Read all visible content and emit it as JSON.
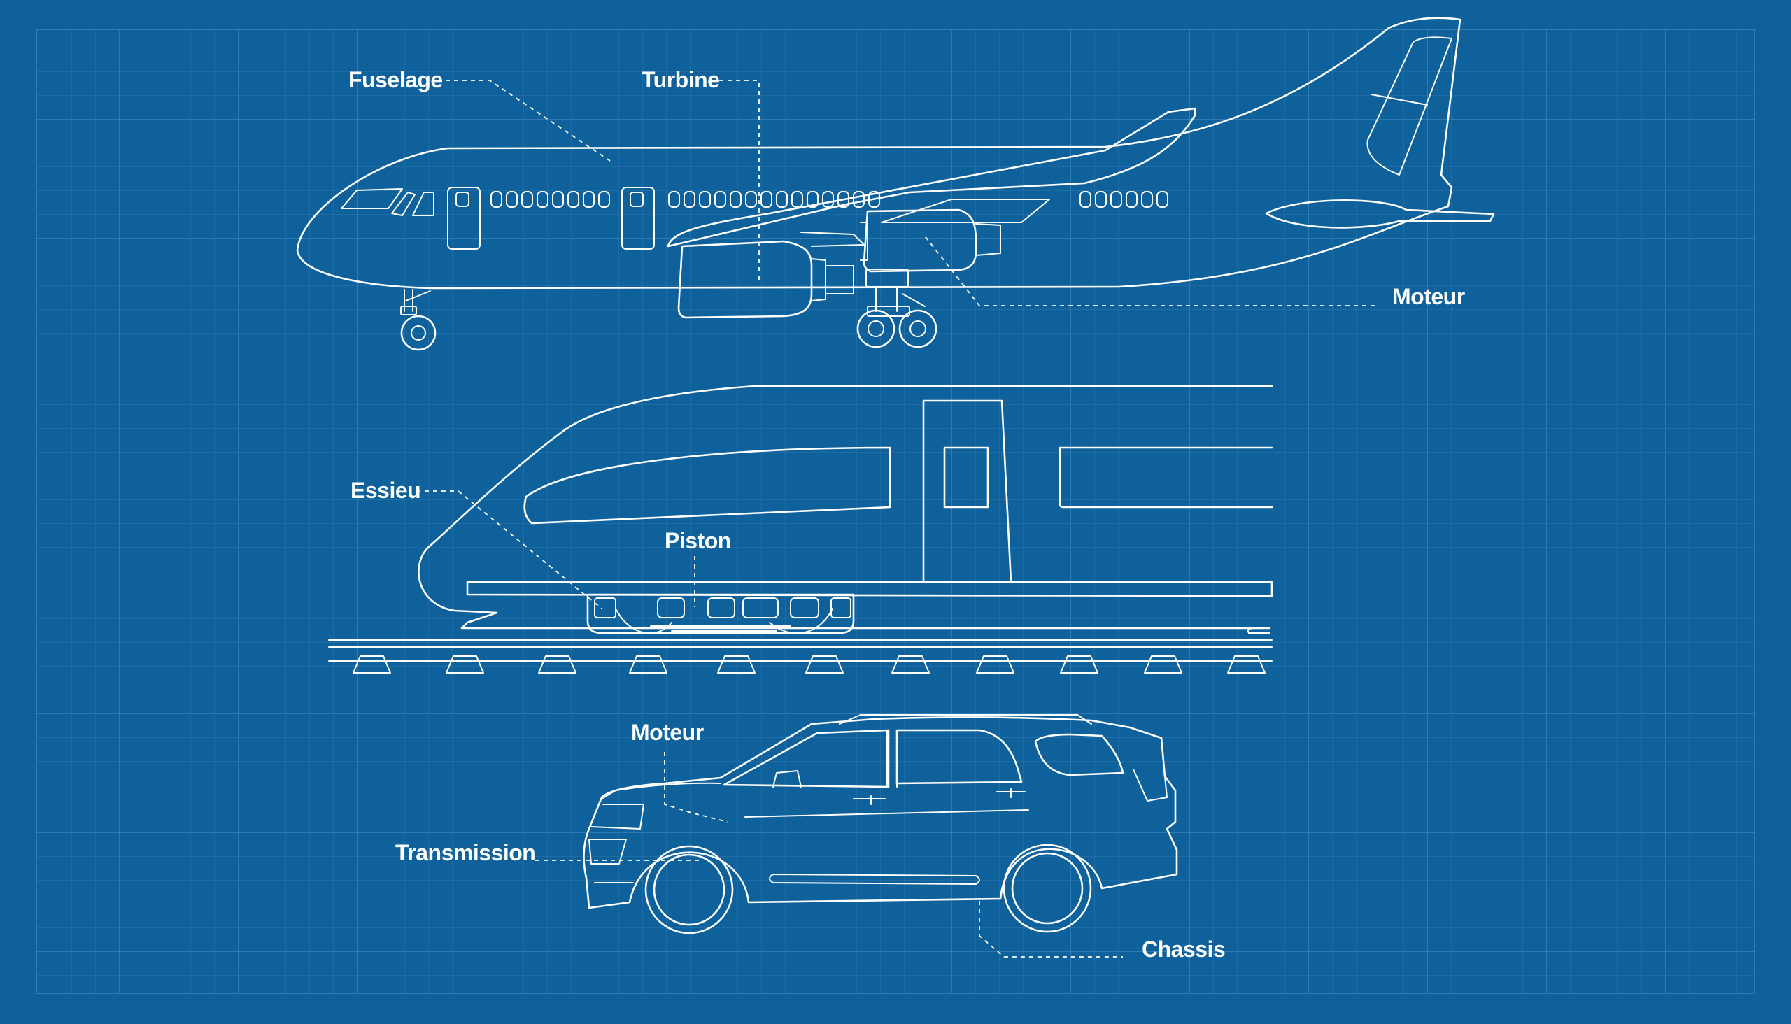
{
  "colors": {
    "background": "#0f619b",
    "grid": "#3a7fb3",
    "line": "#ffffff"
  },
  "labels": {
    "fuselage": "Fuselage",
    "turbine": "Turbine",
    "moteur_avion": "Moteur",
    "essieu": "Essieu",
    "piston": "Piston",
    "moteur_voiture": "Moteur",
    "transmission": "Transmission",
    "chassis": "Chassis"
  }
}
